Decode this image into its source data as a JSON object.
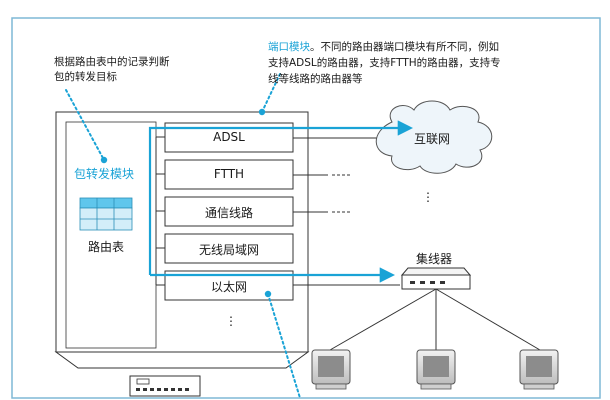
{
  "annotations": {
    "left_note_lines": [
      "根据路由表中的记录判断",
      "包的转发目标"
    ],
    "right_note_keyword": "端口模块",
    "right_note_line1_rest": "。不同的路由器端口模块有所不同，例如",
    "right_note_line2": "支持ADSL的路由器，支持FTTH的路由器，支持专",
    "right_note_line3": "线等线路的路由器等"
  },
  "router": {
    "forwarding_module_label": "包转发模块",
    "routing_table_label": "路由表",
    "ports": [
      "ADSL",
      "FTTH",
      "通信线路",
      "无线局域网",
      "以太网"
    ],
    "port_ellipsis": "⋮"
  },
  "network": {
    "internet_label": "互联网",
    "internet_ellipsis": "⋮",
    "hub_label": "集线器"
  },
  "colors": {
    "accent": "#1aa3d6",
    "panel_border": "#7fb8d6",
    "table_header": "#5fc6ec",
    "table_cell": "#d3eef9",
    "cloud_fill": "#eef5fa",
    "device_gray": "#8c8c8c"
  }
}
